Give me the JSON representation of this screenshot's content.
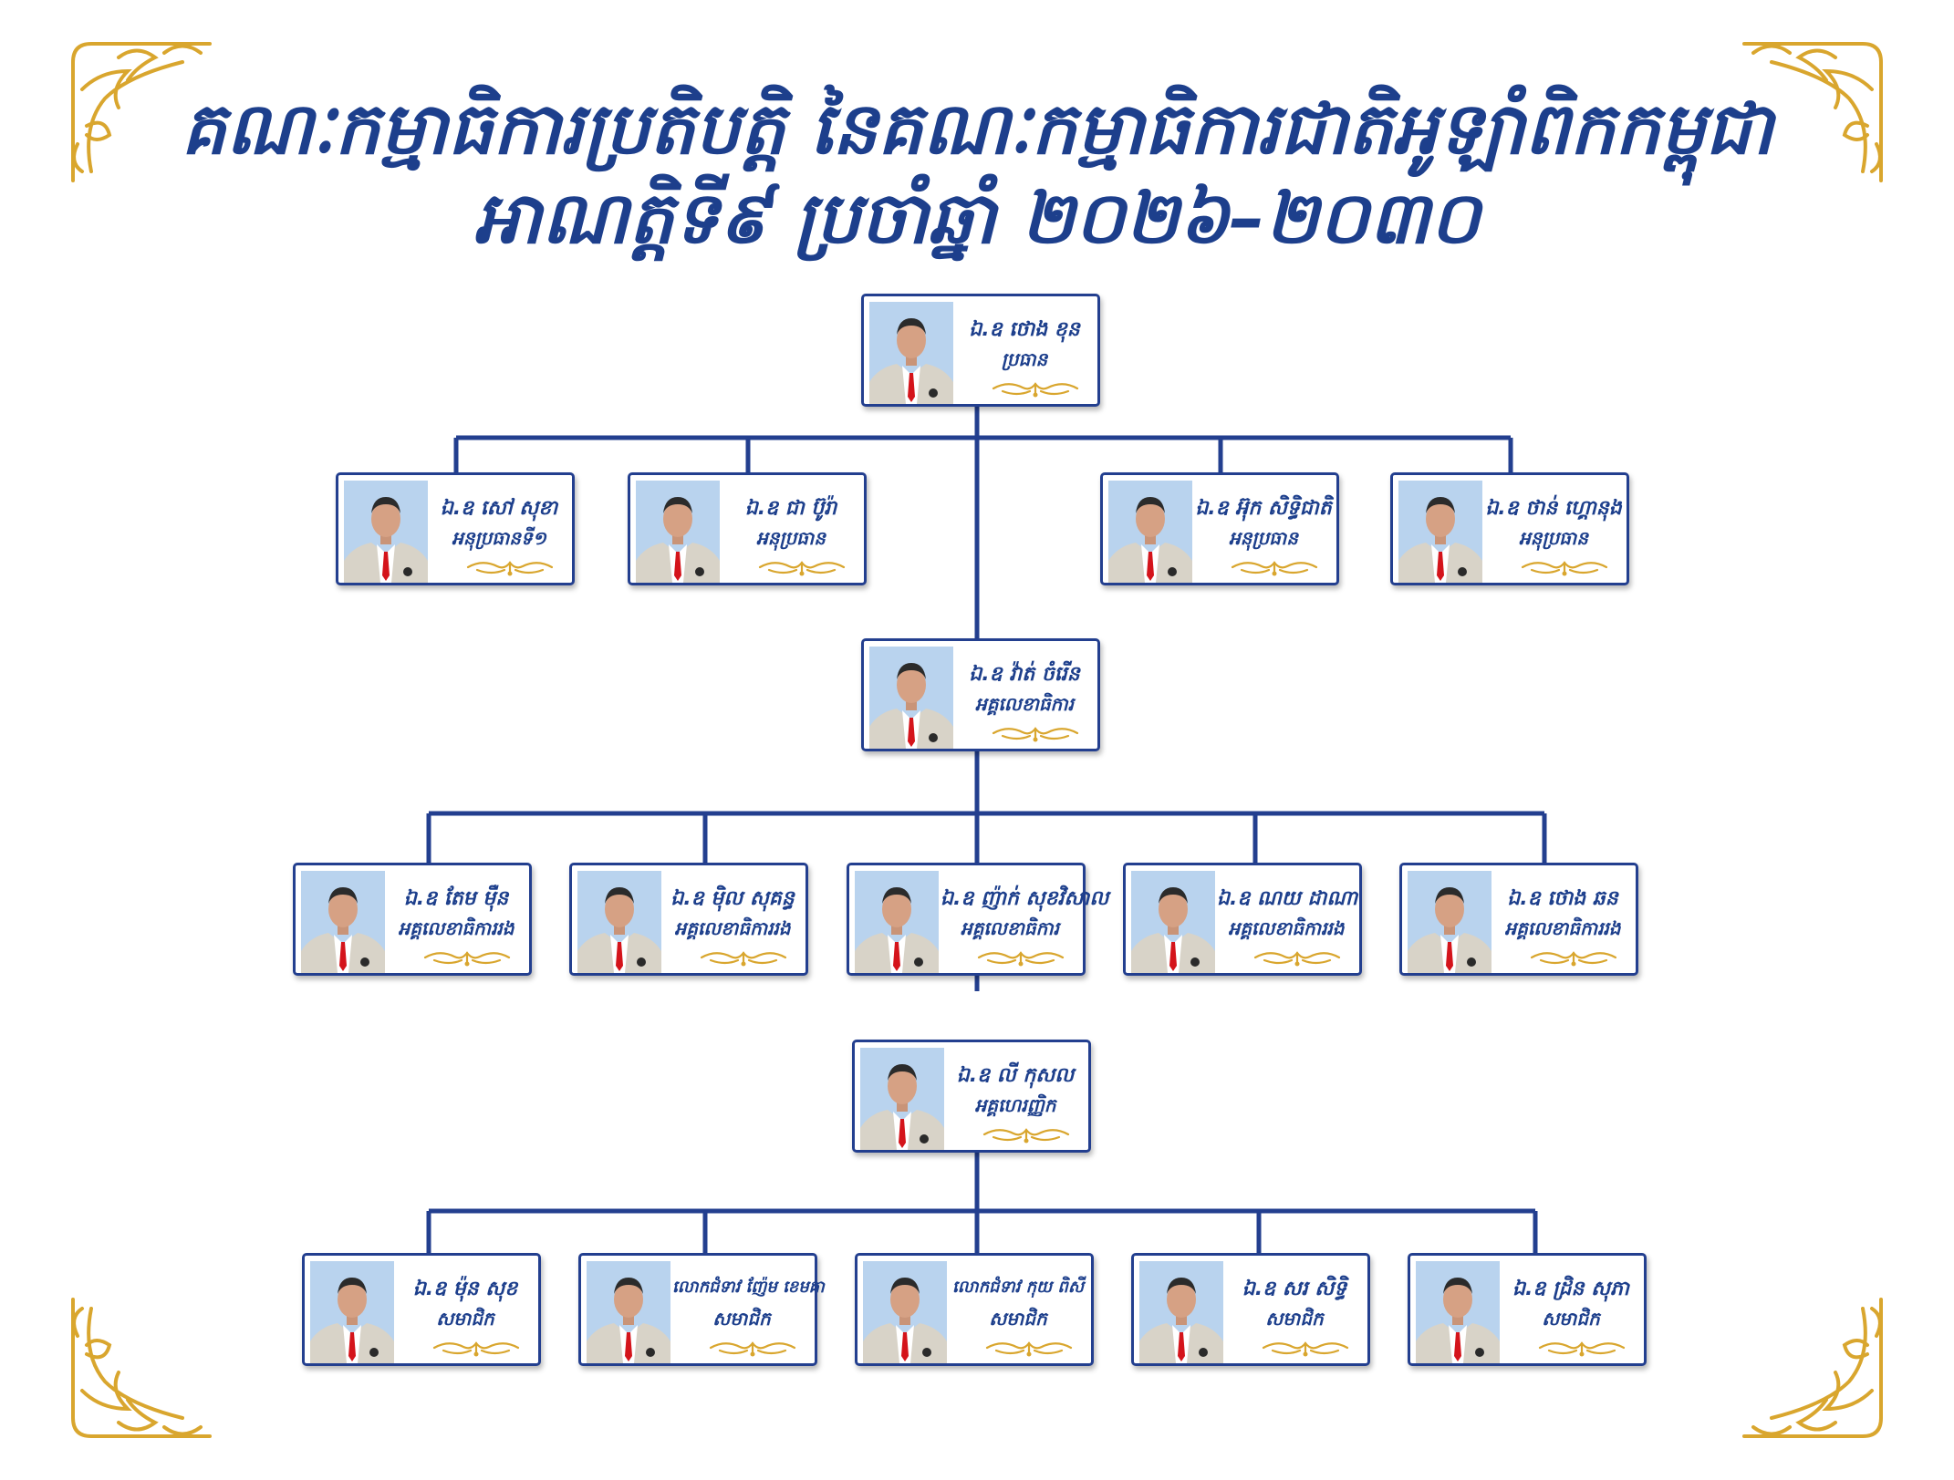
{
  "header": {
    "title_line1": "គណៈកម្មាធិការប្រតិបត្តិ នៃគណៈកម្មាធិការជាតិអូឡាំពិកកម្ពុជា",
    "title_line2": "អាណត្តិទី៩ ប្រចាំឆ្នាំ ២០២៦–២០៣០"
  },
  "colors": {
    "primary": "#1d3f8c",
    "line": "#233f8f",
    "ornament": "#d9a62e"
  },
  "members": [
    {
      "name": "ឯ.ឧ ថោង ខុន",
      "role": "ប្រធាន"
    },
    {
      "name": "ឯ.ឧ សៅ សុខា",
      "role": "អនុប្រធានទី១"
    },
    {
      "name": "ឯ.ឧ ជា ប៊ូរ៉ា",
      "role": "អនុប្រធាន"
    },
    {
      "name": "ឯ.ឧ អ៊ុក សិទ្ធិជាតិ",
      "role": "អនុប្រធាន"
    },
    {
      "name": "ឯ.ឧ ថាន់ ហ្គោនុង",
      "role": "អនុប្រធាន"
    },
    {
      "name": "ឯ.ឧ វ៉ាត់ ចំរើន",
      "role": "អគ្គលេខាធិការ"
    },
    {
      "name": "ឯ.ឧ តែម ម៉ឺន",
      "role": "អគ្គលេខាធិការរង"
    },
    {
      "name": "ឯ.ឧ ម៉ិល សុគន្ធ",
      "role": "អគ្គលេខាធិការរង"
    },
    {
      "name": "ឯ.ឧ ញ៉ាក់ សុខវិសាល",
      "role": "អគ្គលេខាធិការ"
    },
    {
      "name": "ឯ.ឧ ណយ ដាណា",
      "role": "អគ្គលេខាធិការរង"
    },
    {
      "name": "ឯ.ឧ ថោង ឆន",
      "role": "អគ្គលេខាធិការរង"
    },
    {
      "name": "ឯ.ឧ លី កុសល",
      "role": "អគ្គហេរញ្ញិក"
    },
    {
      "name": "ឯ.ឧ ម៉ុន សុខ",
      "role": "សមាជិក"
    },
    {
      "name": "លោកជំទាវ ញ៉ែម ខេមគា",
      "role": "សមាជិក"
    },
    {
      "name": "លោកជំទាវ កុយ ពិសី",
      "role": "សមាជិក"
    },
    {
      "name": "ឯ.ឧ សរ សិទ្ធិ",
      "role": "សមាជិក"
    },
    {
      "name": "ឯ.ឧ ដ្រិន សុភា",
      "role": "សមាជិក"
    }
  ]
}
